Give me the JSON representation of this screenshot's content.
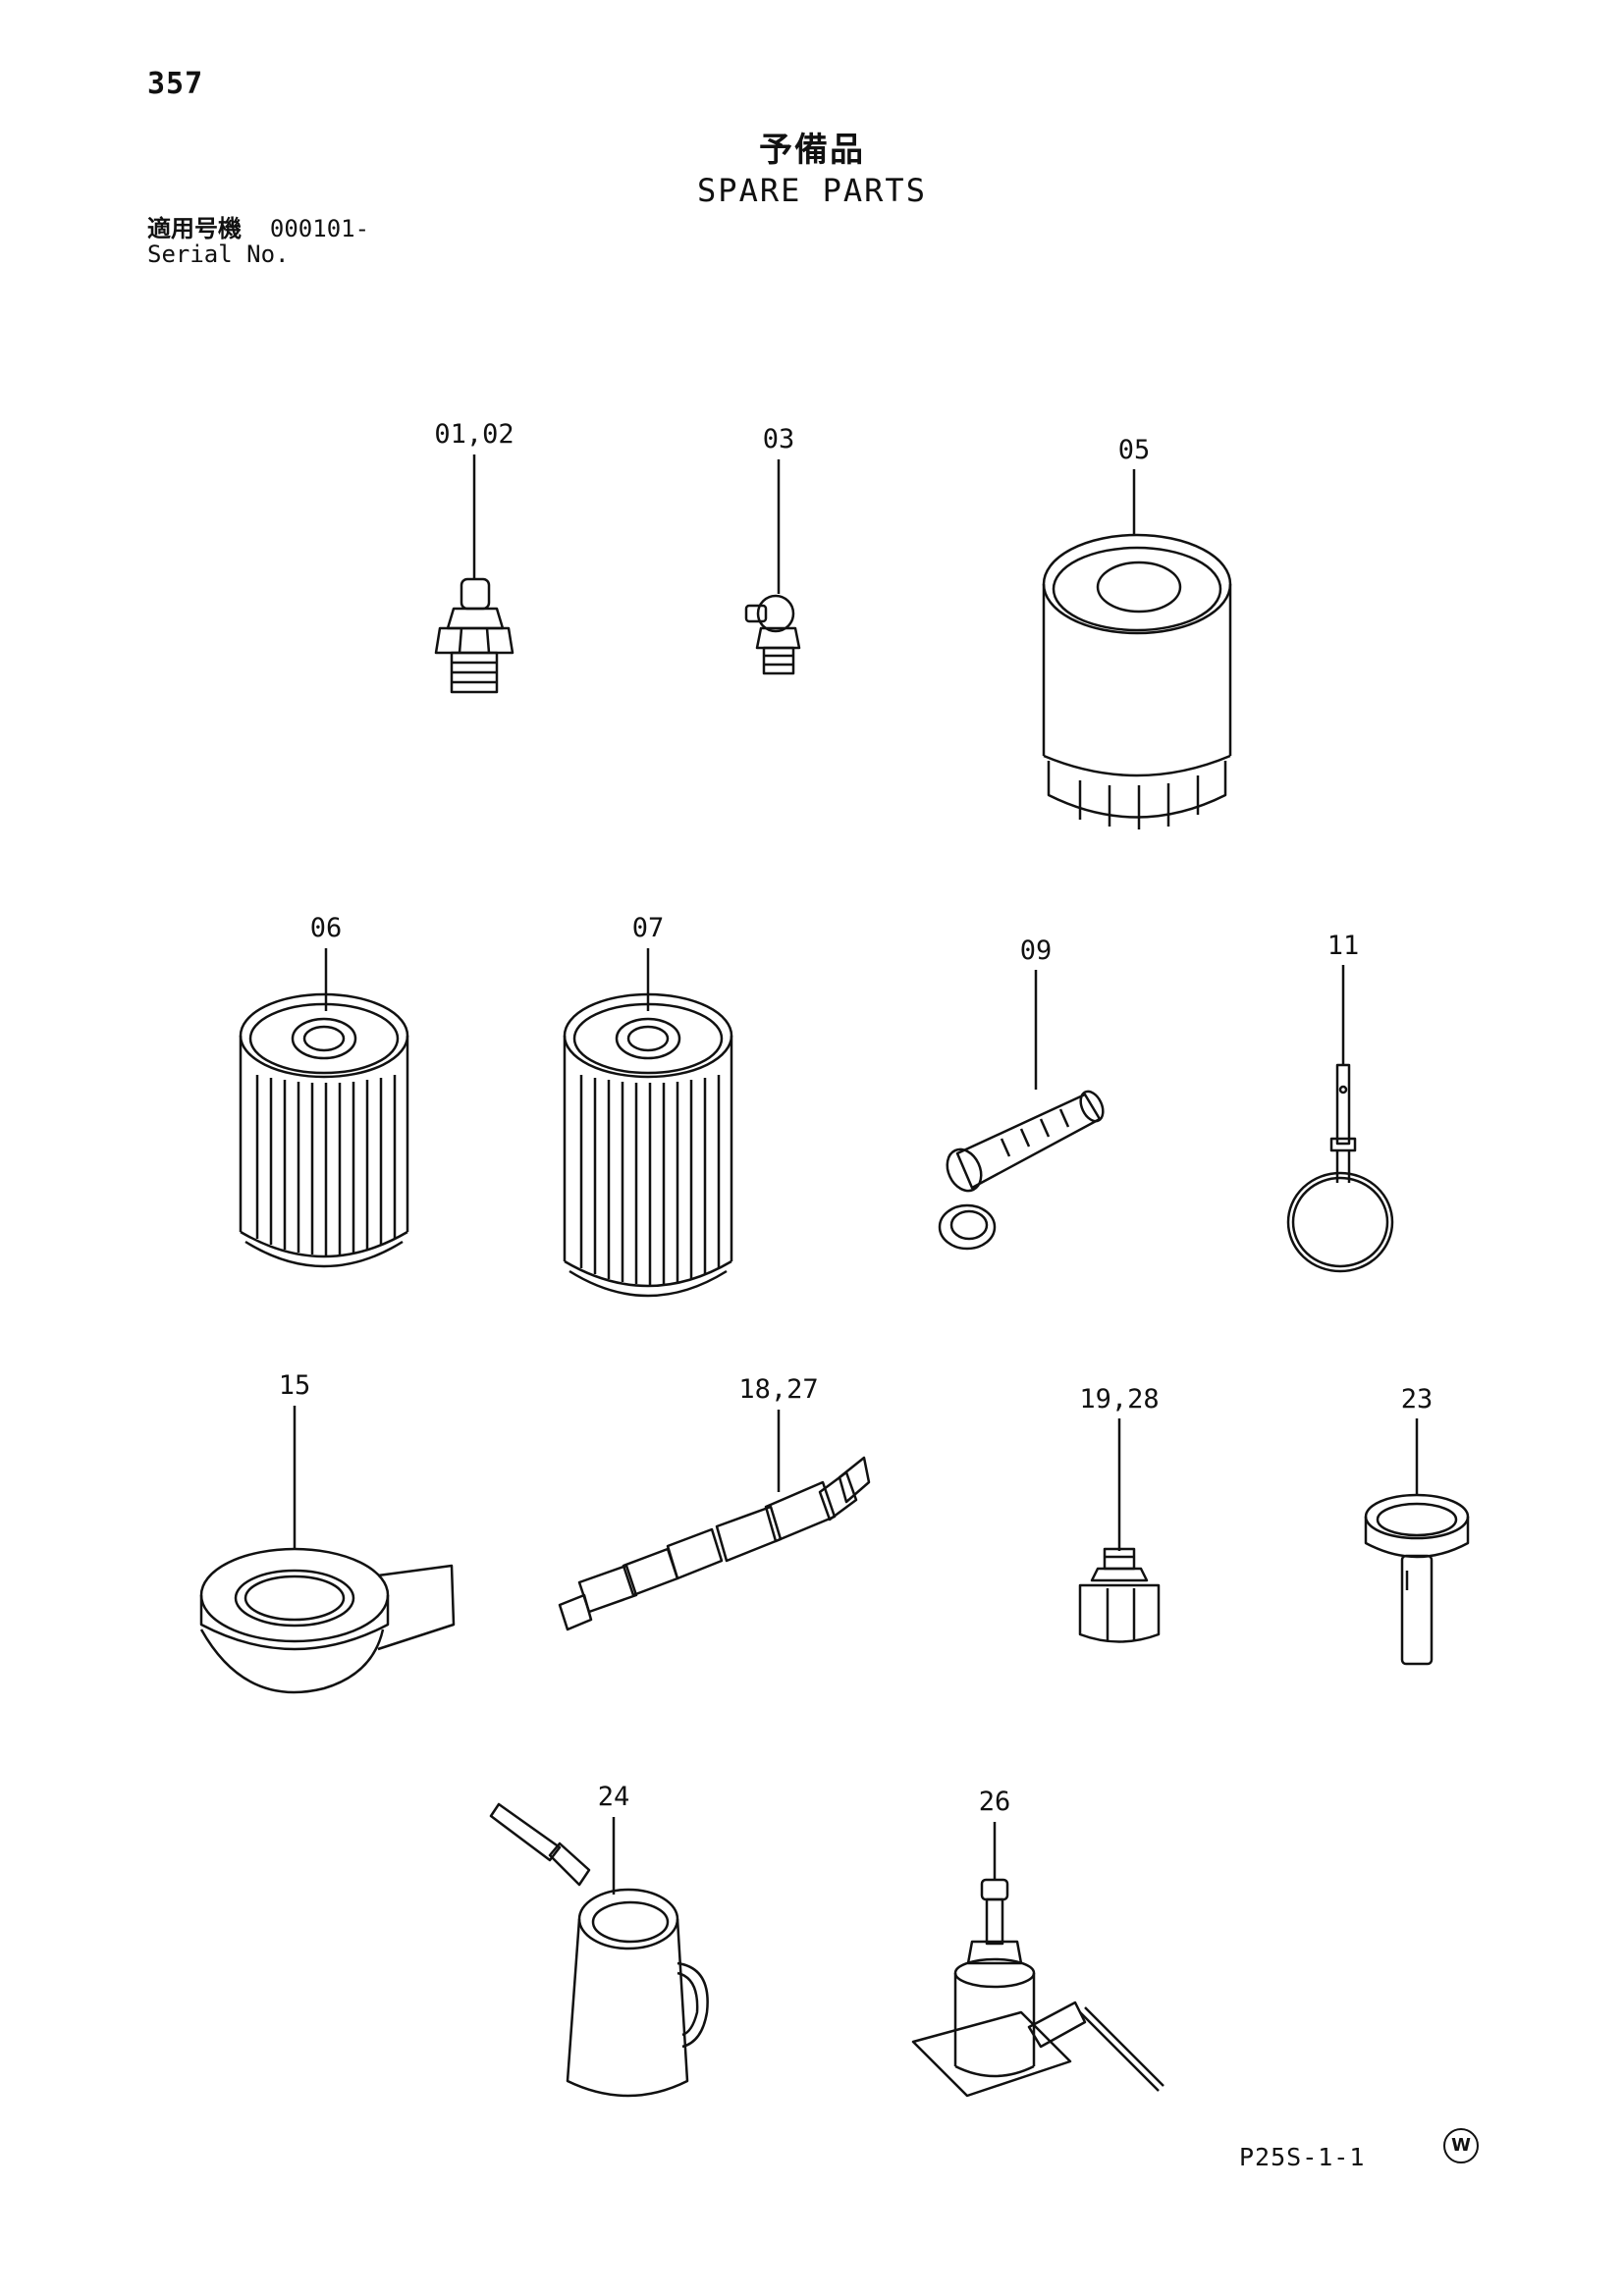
{
  "header": {
    "page_number": "357",
    "title_jp": "予備品",
    "title_en": "SPARE PARTS",
    "serial_label_jp": "適用号機",
    "serial_value": "000101-",
    "serial_label_en": "Serial No."
  },
  "callouts": {
    "c0102": "01,02",
    "c03": "03",
    "c05": "05",
    "c06": "06",
    "c07": "07",
    "c09": "09",
    "c11": "11",
    "c15": "15",
    "c1827": "18,27",
    "c1928": "19,28",
    "c23": "23",
    "c24": "24",
    "c26": "26"
  },
  "footer": {
    "doc_code": "P25S-1-1",
    "mark": "W"
  }
}
